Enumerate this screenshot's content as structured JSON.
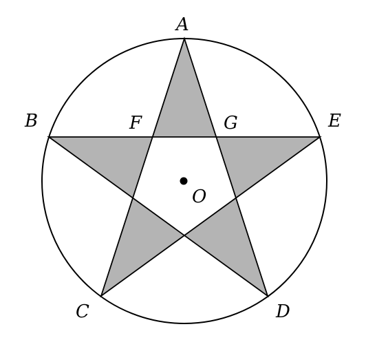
{
  "labels": {
    "A": "A",
    "B": "B",
    "C": "C",
    "D": "D",
    "E": "E",
    "F": "F",
    "G": "G",
    "O": "O"
  },
  "colors": {
    "stroke": "#000000",
    "shade": "#b4b4b4",
    "background": "#ffffff",
    "center_dot": "#000000"
  }
}
